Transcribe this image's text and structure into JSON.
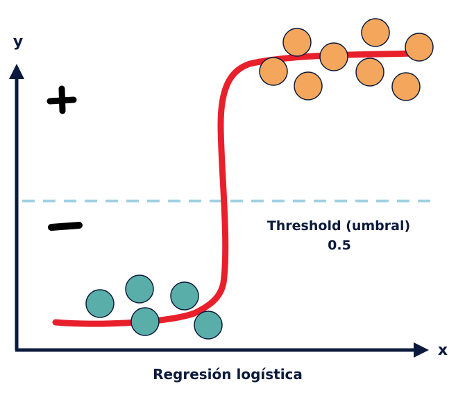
{
  "diagram": {
    "caption": "Regresión logística",
    "axes": {
      "x_label": "x",
      "y_label": "y"
    },
    "signs": {
      "positive": "+",
      "negative": "−"
    },
    "threshold": {
      "label": "Threshold (umbral)",
      "value": "0.5"
    },
    "colors": {
      "axis": "#0b1a3c",
      "curve": "#e8202c",
      "threshold_line": "#9fd0e4",
      "positive_points": "#f4a65c",
      "negative_points": "#5aaea9",
      "point_stroke": "#0b1a3c",
      "text": "#0b1a3c",
      "signs": "#000000"
    }
  }
}
